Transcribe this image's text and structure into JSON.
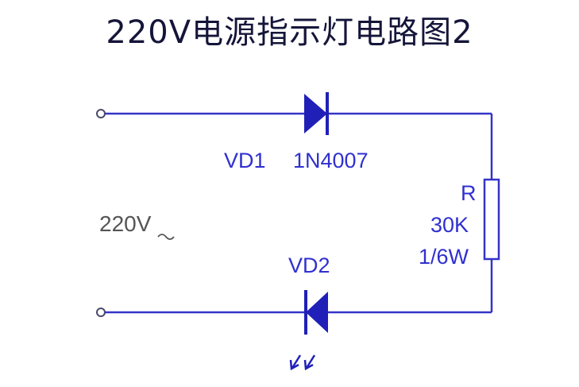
{
  "title": "220V电源指示灯电路图2",
  "colors": {
    "wire": "#3434c8",
    "component": "#2020b8",
    "label": "#3030d0",
    "source_text": "#555555",
    "title": "#15153a"
  },
  "diagram": {
    "source_voltage": "220V",
    "diode_vd1": {
      "designator": "VD1",
      "part": "1N4007"
    },
    "led_vd2": {
      "designator": "VD2"
    },
    "resistor": {
      "designator": "R",
      "value": "30K",
      "power": "1/6W"
    }
  }
}
